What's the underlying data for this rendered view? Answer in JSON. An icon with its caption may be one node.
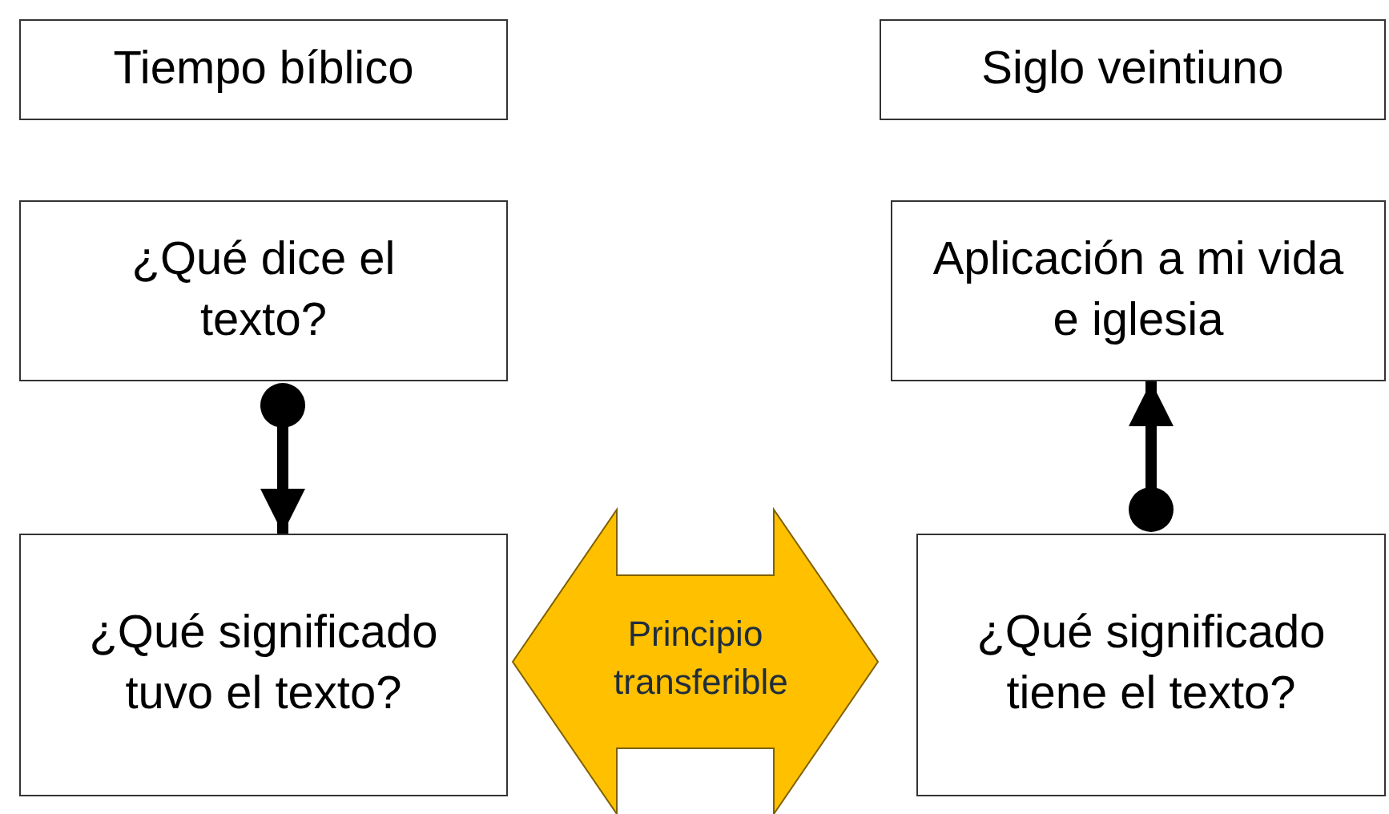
{
  "diagram": {
    "nodes": [
      {
        "text": [
          "Tiempo bíblico"
        ]
      },
      {
        "text": [
          "Siglo veintiuno"
        ]
      },
      {
        "text": [
          "¿Qué dice el texto?"
        ]
      },
      {
        "text": [
          "Aplicación a mi vida e iglesia"
        ]
      },
      {
        "text": [
          "¿Qué significado tuvo el texto?"
        ]
      },
      {
        "text": [
          "¿Qué significado tiene el texto?"
        ]
      }
    ],
    "edges": [
      {
        "from": 2,
        "to": 4,
        "arrow": "to"
      },
      {
        "from": 5,
        "to": 3,
        "arrow": "to"
      },
      {
        "from": 4,
        "to": 5,
        "arrow": "both",
        "label": "Principio transferible"
      }
    ]
  }
}
